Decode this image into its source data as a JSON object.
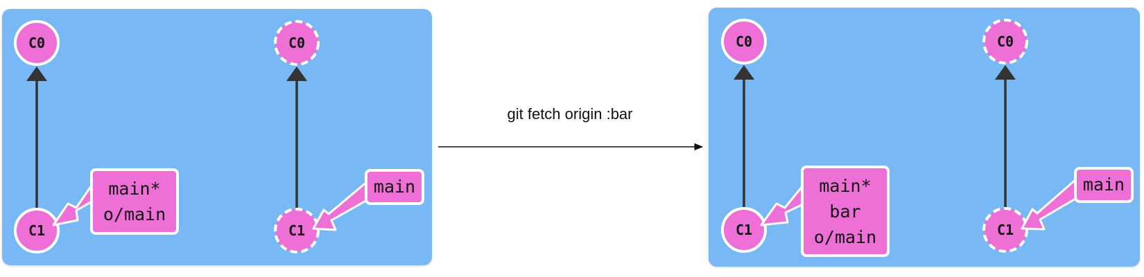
{
  "command": "git fetch origin :bar",
  "colors": {
    "panel_bg": "#77b8f5",
    "commit_fill": "#ee6fd6",
    "branch_label_fill": "#ee6fd6",
    "edge": "#333333",
    "node_stroke": "#ffffff"
  },
  "before": {
    "local": {
      "commits": [
        "C0",
        "C1"
      ],
      "branch_label_lines": [
        "main*",
        "o/main"
      ]
    },
    "remote": {
      "commits": [
        "C0",
        "C1"
      ],
      "branch_label_lines": [
        "main"
      ]
    }
  },
  "after": {
    "local": {
      "commits": [
        "C0",
        "C1"
      ],
      "branch_label_lines": [
        "main*",
        "bar",
        "o/main"
      ]
    },
    "remote": {
      "commits": [
        "C0",
        "C1"
      ],
      "branch_label_lines": [
        "main"
      ]
    }
  }
}
